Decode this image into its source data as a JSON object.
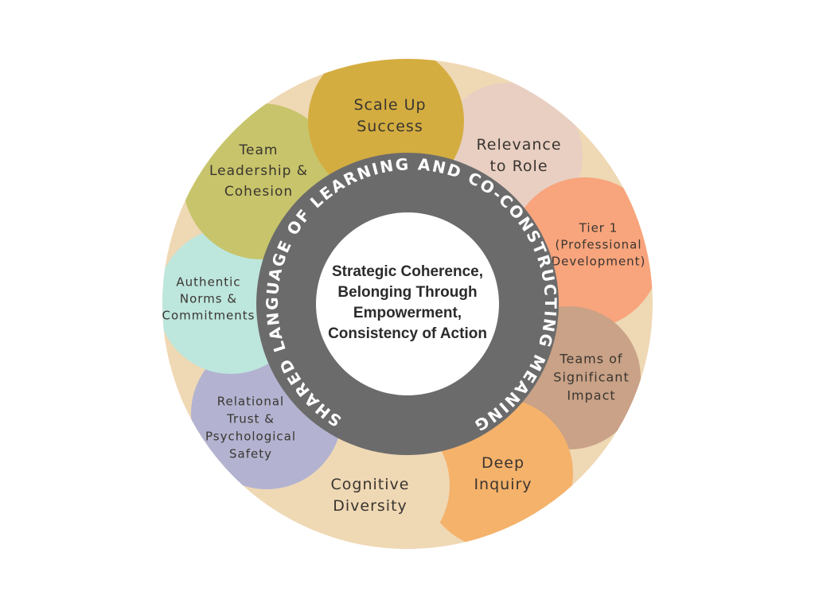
{
  "ring_text": "SHARED LANGUAGE OF LEARNING AND CO-CONSTRUCTING MEANING",
  "center_lines": [
    "Strategic Coherence,",
    "Belonging Through",
    "Empowerment,",
    "Consistency of Action"
  ],
  "segments": [
    {
      "id": "relevance",
      "lines": [
        "Relevance",
        "to Role"
      ],
      "color": "#e8cfc2"
    },
    {
      "id": "tier1",
      "lines": [
        "Tier 1",
        "(Professional",
        "Development)"
      ],
      "color": "#f8a47c"
    },
    {
      "id": "teams",
      "lines": [
        "Teams of",
        "Significant",
        "Impact"
      ],
      "color": "#c9a287"
    },
    {
      "id": "deep",
      "lines": [
        "Deep",
        "Inquiry"
      ],
      "color": "#f5b26b"
    },
    {
      "id": "cognitive",
      "lines": [
        "Cognitive",
        "Diversity"
      ],
      "color": "#efd8b4"
    },
    {
      "id": "relational",
      "lines": [
        "Relational",
        "Trust &",
        "Psychological",
        "Safety"
      ],
      "color": "#b3b3d1"
    },
    {
      "id": "authentic",
      "lines": [
        "Authentic",
        "Norms &",
        "Commitments"
      ],
      "color": "#bde6dd"
    },
    {
      "id": "team",
      "lines": [
        "Team",
        "Leadership &",
        "Cohesion"
      ],
      "color": "#c7c46b"
    },
    {
      "id": "scale",
      "lines": [
        "Scale Up",
        "Success"
      ],
      "color": "#d4ad40"
    }
  ],
  "colors": {
    "ring": "#6b6b6b",
    "inner": "#ffffff",
    "text": "#3a3530"
  }
}
